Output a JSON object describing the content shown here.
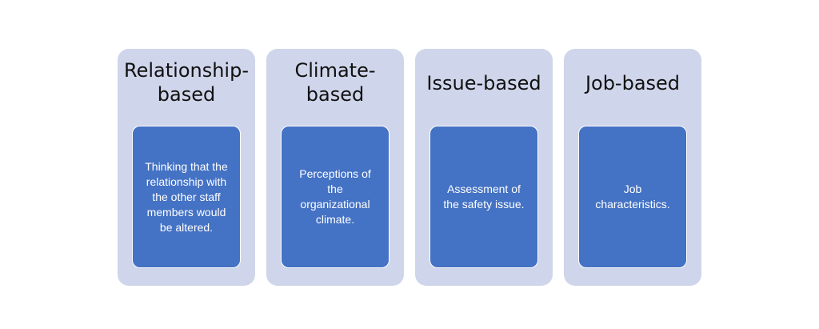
{
  "colors": {
    "panel_background": "#cfd5ea",
    "card_background": "#4472c4",
    "card_border": "#ffffff",
    "card_text": "#ffffff",
    "title_text": "#111111"
  },
  "panels": [
    {
      "title": "Relationship-\nbased",
      "description": "Thinking that the relationship with the other staff members would be altered."
    },
    {
      "title": "Climate-\nbased",
      "description": "Perceptions of the organizational climate."
    },
    {
      "title": "Issue-based",
      "description": "Assessment of the safety issue."
    },
    {
      "title": "Job-based",
      "description": "Job characteristics."
    }
  ]
}
